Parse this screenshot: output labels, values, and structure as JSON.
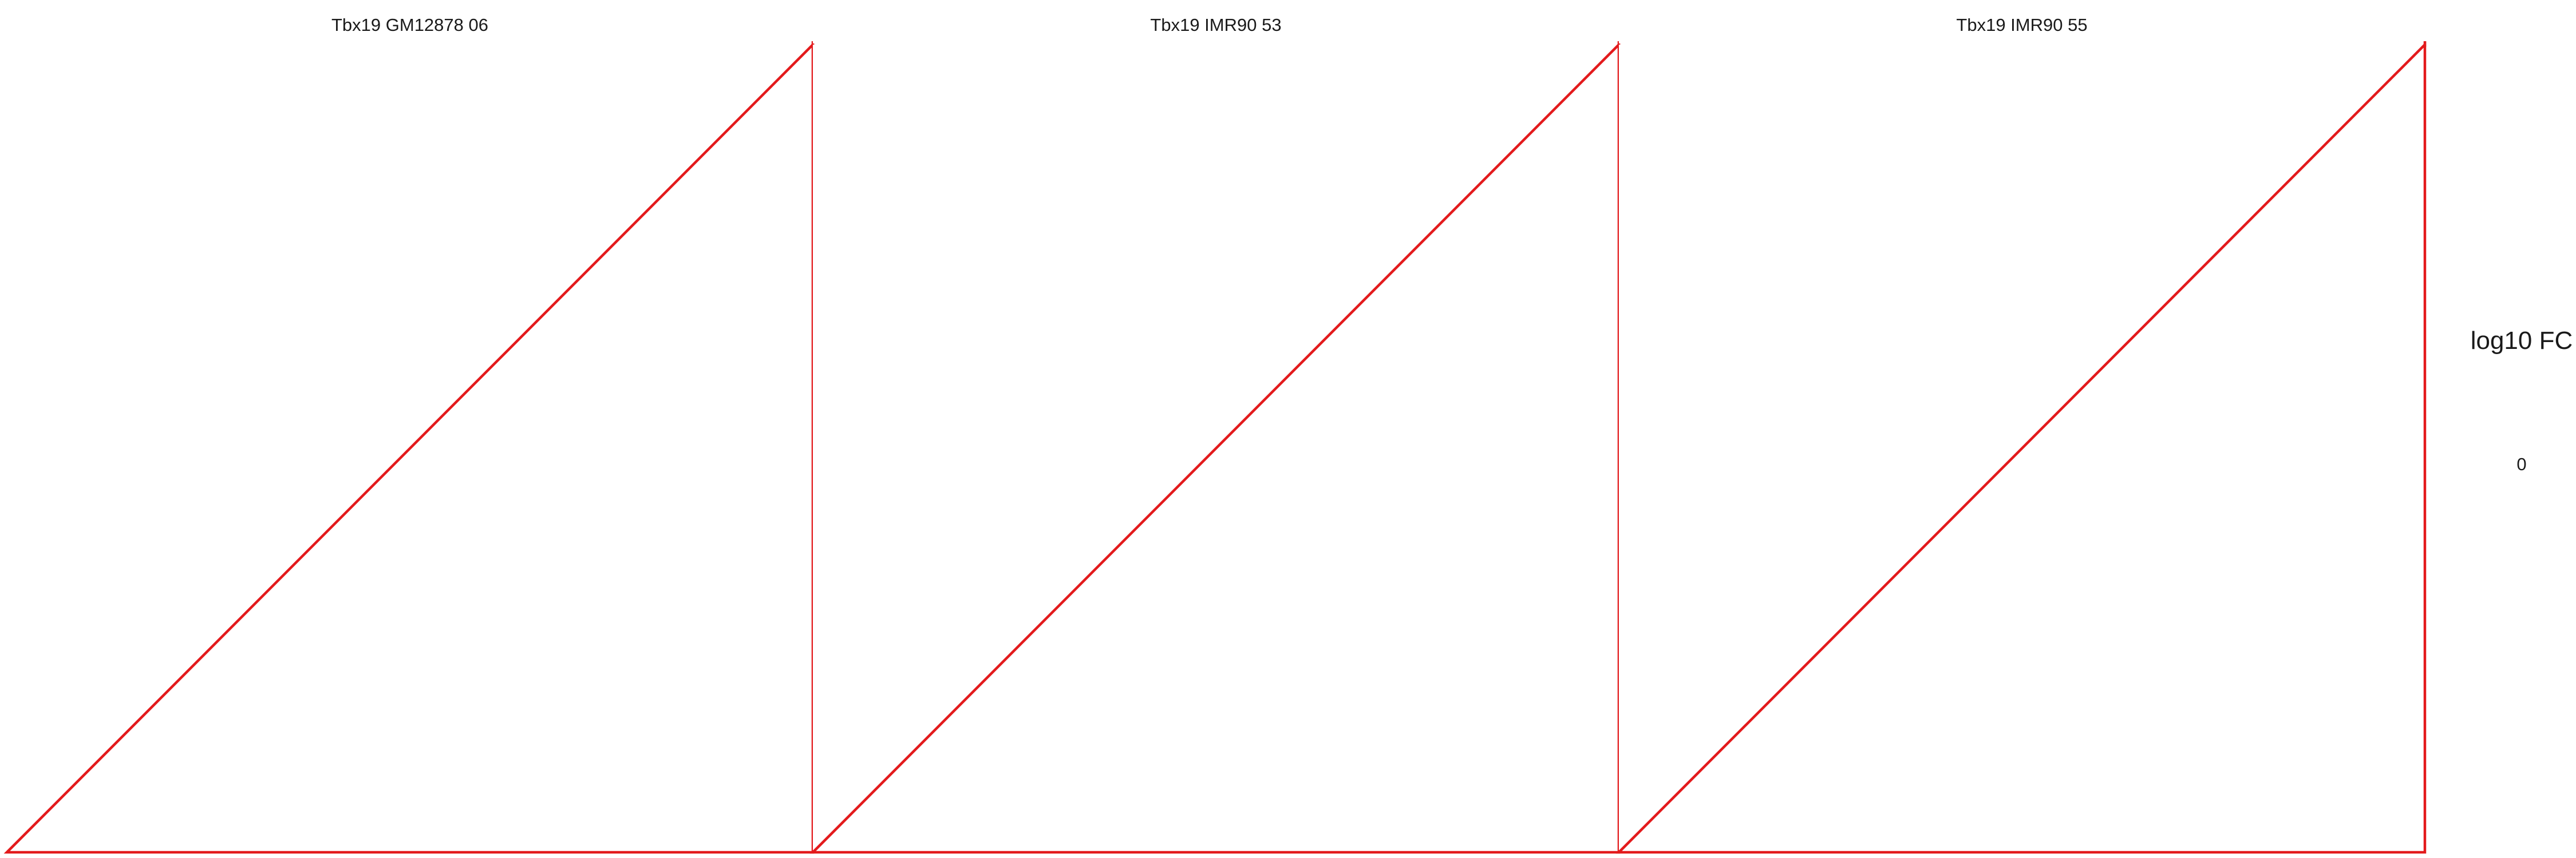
{
  "chart_data": {
    "type": "area",
    "panels": [
      {
        "title": "Tbx19 GM12878 06"
      },
      {
        "title": "Tbx19 IMR90 53"
      },
      {
        "title": "Tbx19 IMR90 55"
      }
    ],
    "legend": {
      "title": "log10 FC",
      "labels": [
        "0"
      ],
      "placement": "right"
    },
    "grid": false,
    "colors": {
      "outline": "#e31a1c",
      "background": "#ffffff",
      "text": "#1a1a1a"
    }
  }
}
